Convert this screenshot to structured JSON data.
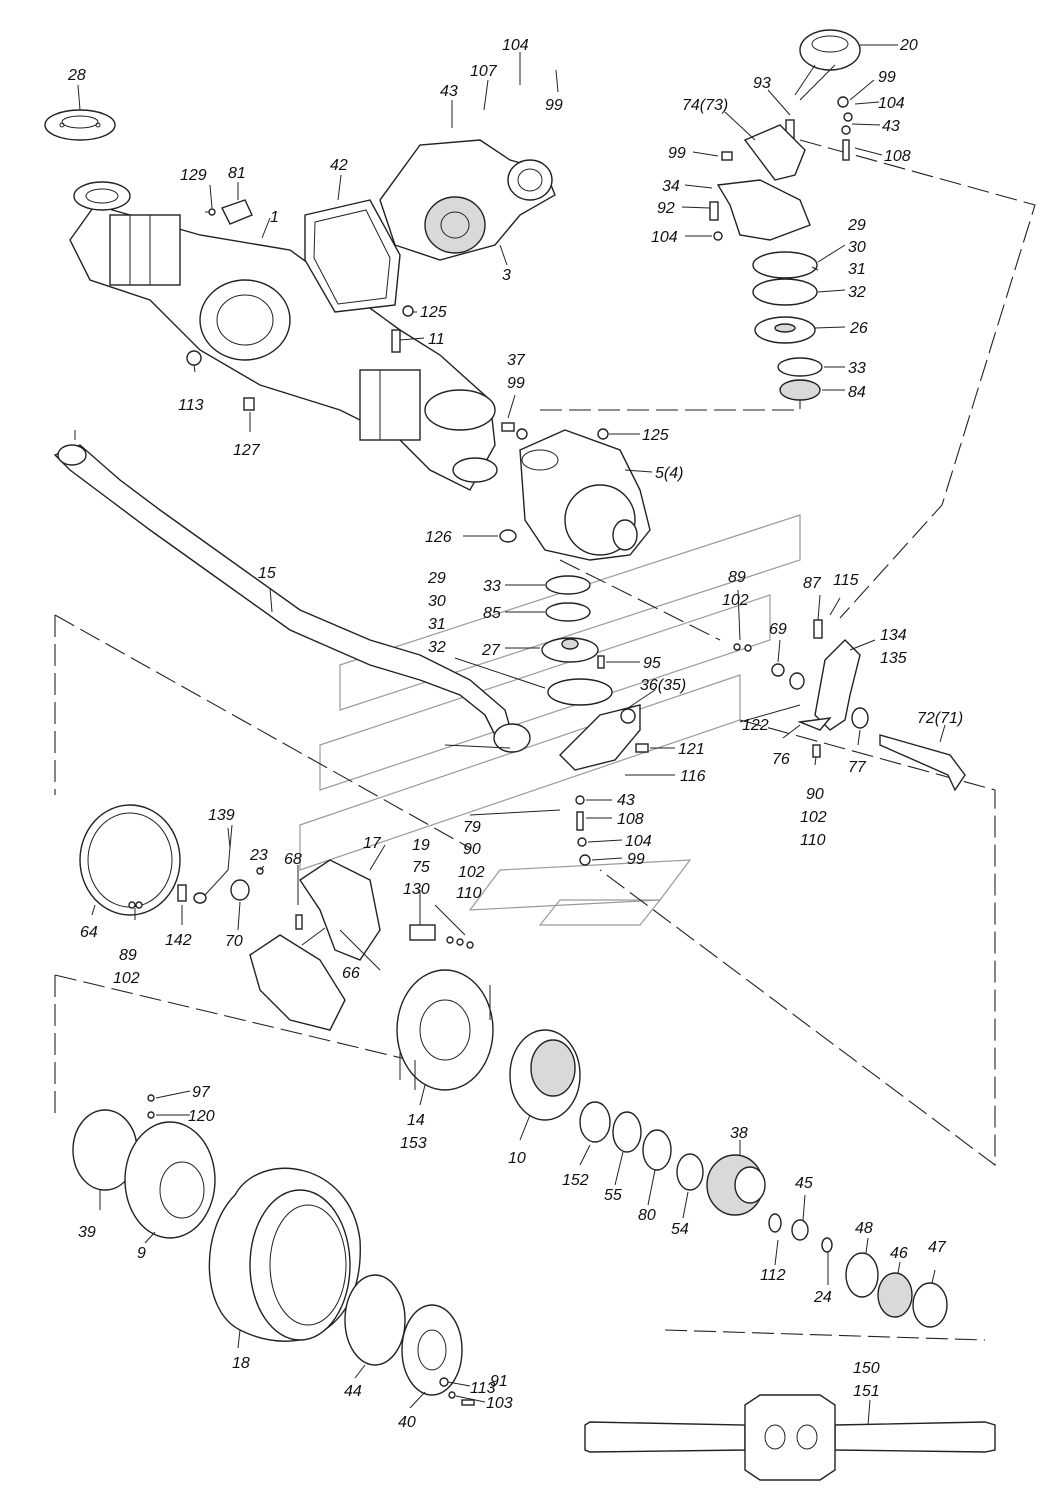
{
  "labels": {
    "l28": "28",
    "l104a": "104",
    "l107": "107",
    "l43a": "43",
    "l99a": "99",
    "l20": "20",
    "l93": "93",
    "l99b": "99",
    "l74": "74(73)",
    "l104b": "104",
    "l43b": "43",
    "l99c": "99",
    "l108a": "108",
    "l129": "129",
    "l81": "81",
    "l42": "42",
    "l1": "1",
    "l34": "34",
    "l92": "92",
    "l104c": "104",
    "l3": "3",
    "l29a": "29",
    "l30a": "30",
    "l31a": "31",
    "l32a": "32",
    "l125a": "125",
    "l26": "26",
    "l11": "11",
    "l37": "37",
    "l99d": "99",
    "l113a": "113",
    "l33a": "33",
    "l84": "84",
    "l127": "127",
    "l125b": "125",
    "l5": "5(4)",
    "l126": "126",
    "l15": "15",
    "l89a": "89",
    "l102a": "102",
    "l87": "87",
    "l115": "115",
    "l29b": "29",
    "l30b": "30",
    "l31b": "31",
    "l32b": "32",
    "l33b": "33",
    "l85": "85",
    "l69": "69",
    "l134": "134",
    "l135": "135",
    "l27": "27",
    "l95": "95",
    "l36": "36(35)",
    "l72": "72(71)",
    "l122": "122",
    "l121": "121",
    "l76": "76",
    "l77": "77",
    "l116": "116",
    "l90a": "90",
    "l102b": "102",
    "l110a": "110",
    "l139": "139",
    "l43c": "43",
    "l108b": "108",
    "l104d": "104",
    "l99e": "99",
    "l79": "79",
    "l90b": "90",
    "l17": "17",
    "l19": "19",
    "l75": "75",
    "l102c": "102",
    "l130": "130",
    "l110b": "110",
    "l68": "68",
    "l23": "23",
    "l64": "64",
    "l89b": "89",
    "l102d": "102",
    "l142": "142",
    "l70": "70",
    "l66": "66",
    "l14": "14",
    "l153": "153",
    "l97": "97",
    "l120": "120",
    "l10": "10",
    "l38": "38",
    "l152": "152",
    "l55": "55",
    "l80": "80",
    "l54": "54",
    "l45": "45",
    "l39": "39",
    "l9": "9",
    "l112": "112",
    "l48": "48",
    "l46": "46",
    "l47": "47",
    "l24": "24",
    "l18": "18",
    "l44": "44",
    "l113b": "113",
    "l91": "91",
    "l103": "103",
    "l40": "40",
    "l150": "150",
    "l151": "151"
  }
}
